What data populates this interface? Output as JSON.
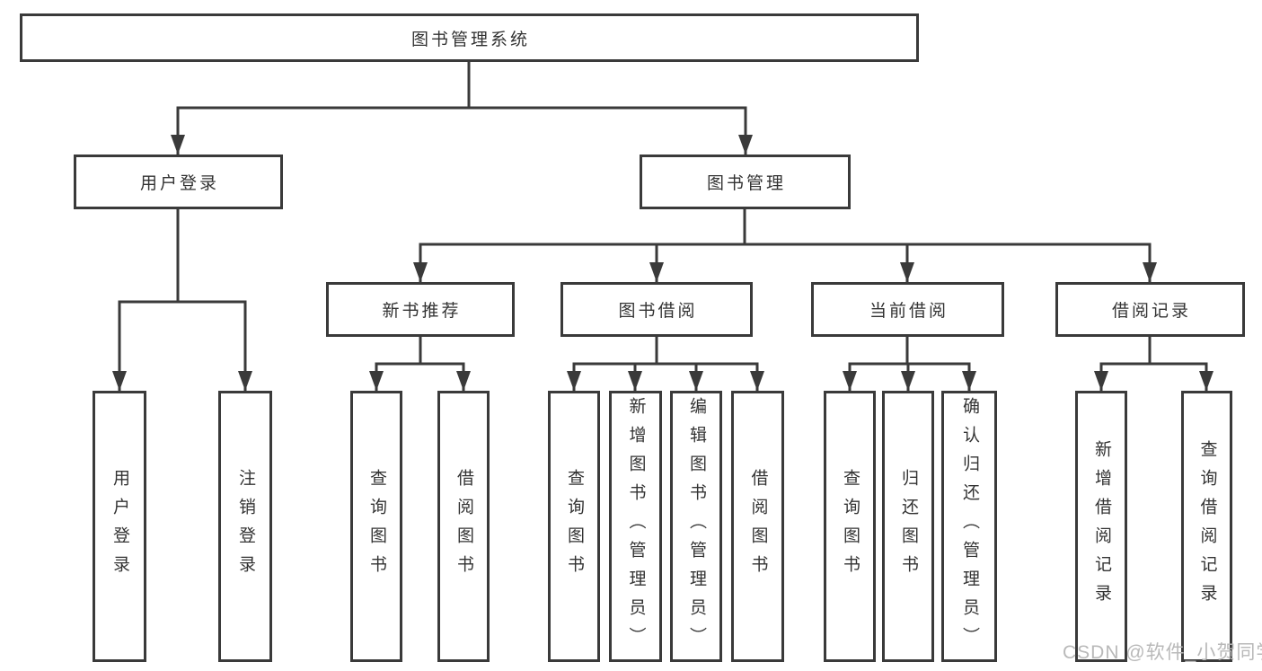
{
  "nodes": {
    "root": "图书管理系统",
    "user_login": "用户登录",
    "book_management": "图书管理",
    "new_book_recommend": "新书推荐",
    "book_borrowing": "图书借阅",
    "current_borrowing": "当前借阅",
    "borrowing_records": "借阅记录",
    "leaf_user_login": "用户登录",
    "leaf_logout_login": "注销登录",
    "leaf_query_books_rec": "查询图书",
    "leaf_borrow_books_rec": "借阅图书",
    "leaf_query_books_borrow": "查询图书",
    "leaf_add_books_admin": "新增图书（管理员）",
    "leaf_edit_books_admin": "编辑图书（管理员）",
    "leaf_borrow_books_borrow": "借阅图书",
    "leaf_query_books_current": "查询图书",
    "leaf_return_books": "归还图书",
    "leaf_confirm_return_admin": "确认归还（管理员）",
    "leaf_add_borrow_record": "新增借阅记录",
    "leaf_query_borrow_record": "查询借阅记录"
  },
  "watermark": {
    "text": "CSDN @软件_小贺同学"
  },
  "colors": {
    "line": "#3a3a3a",
    "border": "#3a3a3a",
    "text": "#333333",
    "watermark": "#b9b9b9",
    "background": "#ffffff"
  }
}
